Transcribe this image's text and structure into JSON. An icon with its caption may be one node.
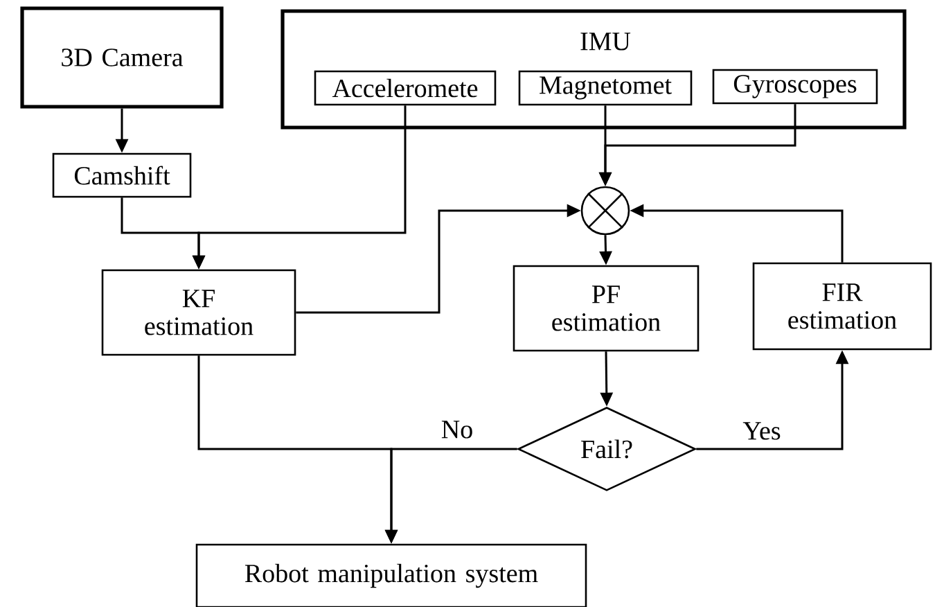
{
  "diagram": {
    "nodes": [
      {
        "text": [
          "3D Camera"
        ]
      },
      {
        "text": [
          "IMU"
        ]
      },
      {
        "text": [
          "Acceleromete"
        ],
        "in": 1
      },
      {
        "text": [
          "Magnetomet"
        ],
        "in": 1
      },
      {
        "text": [
          "Gyroscopes"
        ],
        "in": 1
      },
      {
        "text": [
          "Camshift"
        ]
      },
      {
        "text": [],
        "shape": "circle"
      },
      {
        "text": [
          "KF estimation"
        ]
      },
      {
        "text": [
          "PF estimation"
        ]
      },
      {
        "text": [
          "FIR estimation"
        ]
      },
      {
        "text": [
          "Fail?"
        ]
      },
      {
        "text": [
          "Robot manipulation system"
        ]
      }
    ],
    "edges": [
      {
        "from": 0,
        "to": 5,
        "arrow": "to"
      },
      {
        "from": 5,
        "to": 7,
        "arrow": "to"
      },
      {
        "from": 2,
        "to": 7,
        "arrow": "to"
      },
      {
        "from": 3,
        "to": 6,
        "arrow": "to"
      },
      {
        "from": 4,
        "to": 6,
        "arrow": "to"
      },
      {
        "from": 7,
        "to": 6,
        "arrow": "to"
      },
      {
        "from": 9,
        "to": 6,
        "arrow": "to"
      },
      {
        "from": 6,
        "to": 8,
        "arrow": "to"
      },
      {
        "from": 8,
        "to": 10,
        "arrow": "to"
      },
      {
        "from": 10,
        "to": 9,
        "arrow": "to",
        "label": "Yes"
      },
      {
        "from": 10,
        "to": 11,
        "arrow": "to",
        "label": "No"
      },
      {
        "from": 7,
        "to": 11,
        "arrow": "to"
      }
    ]
  }
}
